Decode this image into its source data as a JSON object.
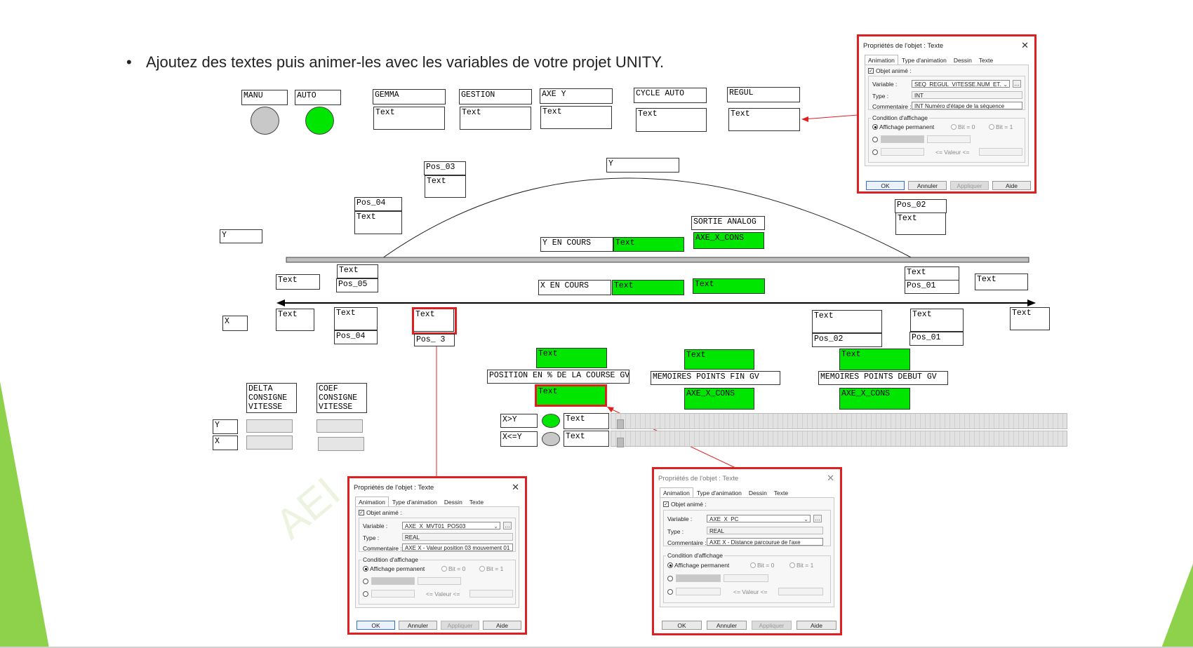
{
  "instruction": {
    "bullet": "•",
    "text": "Ajoutez des textes puis animer-les avec les variables de votre projet UNITY."
  },
  "watermark": "AEI",
  "labels": {
    "manu": "MANU",
    "auto": "AUTO",
    "gemma": "GEMMA",
    "gestion": "GESTION",
    "axe_y": "AXE Y",
    "cycle_auto": "CYCLE AUTO",
    "regul": "REGUL",
    "pos_03": "Pos_03",
    "pos_04": "Pos_04",
    "pos_05": "Pos_05",
    "pos_02": "Pos_02",
    "pos_01": "Pos_01",
    "y": "Y",
    "x": "X",
    "sortie_analog": "SORTIE ANALOG",
    "axe_x_cons": "AXE_X_CONS",
    "y_en_cours": "Y EN COURS",
    "x_en_cours": "X EN COURS",
    "text": "Text",
    "pos_03_cut": "Pos_ 3",
    "position_course": "POSITION EN % DE LA COURSE GV",
    "memoires_fin": "MEMOIRES POINTS FIN GV",
    "memoires_debut": "MEMOIRES POINTS DEBUT GV",
    "delta_consigne": "DELTA\nCONSIGNE\nVITESSE",
    "coef_consigne": "COEF\nCONSIGNE\nVITESSE",
    "x_gt_y": "X>Y",
    "x_le_y": "X<=Y"
  },
  "colors": {
    "green": "#00e600",
    "red_highlight": "#e02020",
    "slide_green": "#8ed14b",
    "gray_lamp": "#c8c8c8"
  },
  "dialogs": [
    {
      "id": "top-right",
      "title": "Propriétés de l'objet : Texte",
      "tabs": [
        "Animation",
        "Type d'animation",
        "Dessin",
        "Texte"
      ],
      "objet_anime": "Objet animé :",
      "variable_label": "Variable :",
      "variable": "SEQ_REGUL_VITESSE.NUM_ET.",
      "type_label": "Type :",
      "type": "INT",
      "comment_label": "Commentaire :",
      "comment": "INT Numéro d'étape de la séquence",
      "condition": "Condition d'affichage",
      "permanent": "Affichage permanent",
      "bit0": "Bit = 0",
      "bit1": "Bit = 1",
      "valeur": "<= Valeur <=",
      "buttons": [
        "OK",
        "Annuler",
        "Appliquer",
        "Aide"
      ]
    },
    {
      "id": "bottom-left",
      "title": "Propriétés de l'objet : Texte",
      "tabs": [
        "Animation",
        "Type d'animation",
        "Dessin",
        "Texte"
      ],
      "objet_anime": "Objet animé :",
      "variable_label": "Variable :",
      "variable": "AXE_X_MVT01_POS03",
      "type_label": "Type :",
      "type": "REAL",
      "comment_label": "Commentaire :",
      "comment": "AXE X - Valeur position 03 mouvement 01",
      "condition": "Condition d'affichage",
      "permanent": "Affichage permanent",
      "bit0": "Bit = 0",
      "bit1": "Bit = 1",
      "valeur": "<= Valeur <=",
      "buttons": [
        "OK",
        "Annuler",
        "Appliquer",
        "Aide"
      ]
    },
    {
      "id": "bottom-right",
      "title": "Propriétés de l'objet : Texte",
      "tabs": [
        "Animation",
        "Type d'animation",
        "Dessin",
        "Texte"
      ],
      "objet_anime": "Objet animé :",
      "variable_label": "Variable :",
      "variable": "AXE_X_PC",
      "type_label": "Type :",
      "type": "REAL",
      "comment_label": "Commentaire :",
      "comment": "AXE X - Distance parcourue de l'axe",
      "condition": "Condition d'affichage",
      "permanent": "Affichage permanent",
      "bit0": "Bit = 0",
      "bit1": "Bit = 1",
      "valeur": "<= Valeur <=",
      "buttons": [
        "OK",
        "Annuler",
        "Appliquer",
        "Aide"
      ]
    }
  ]
}
